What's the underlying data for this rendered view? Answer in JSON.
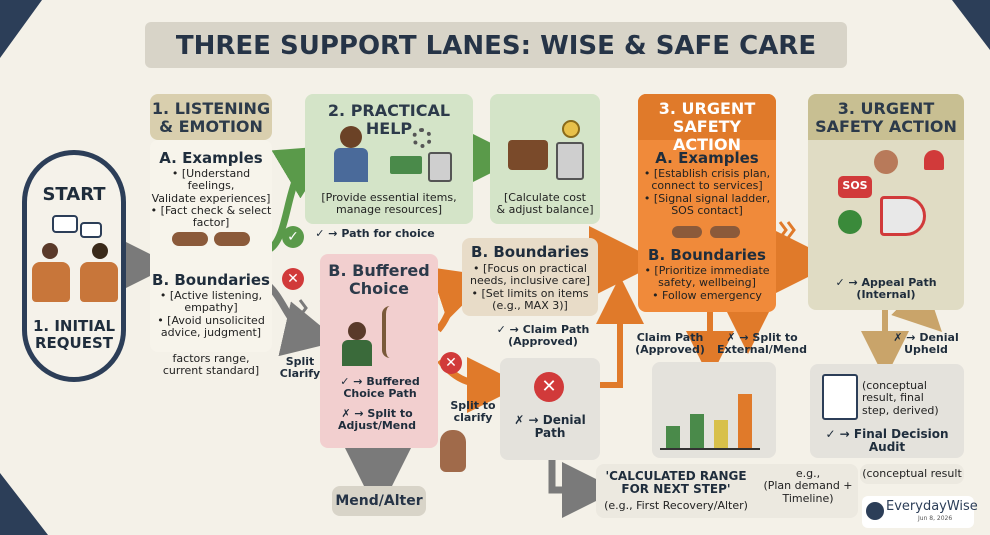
{
  "title": "THREE SUPPORT LANES: WISE & SAFE CARE",
  "start": {
    "top": "START",
    "bottom": "1. INITIAL\nREQUEST"
  },
  "listening": {
    "header": "1. LISTENING\n& EMOTION",
    "examples_title": "A. Examples",
    "examples_items": "• [Understand feelings,\nValidate experiences]\n• [Fact check & select\nfactor]",
    "boundaries_title": "B. Boundaries",
    "boundaries_items": "• [Active listening,\nempathy]\n• [Avoid unsolicited\nadvice, judgment]",
    "footer": "factors range,\ncurrent standard]"
  },
  "split_clarify": "Split\nClarify",
  "practical": {
    "header": "2. PRACTICAL HELP",
    "caption": "[Provide essential items,\nmanage resources]",
    "path_choice": "✓ → Path for choice"
  },
  "calc": {
    "caption": "[Calculate cost\n& adjust balance]"
  },
  "buffered": {
    "header": "B. Buffered\nChoice",
    "path": "✓ → Buffered\nChoice Path",
    "split": "✗ → Split to\nAdjust/Mend"
  },
  "mend": "Mend/Alter",
  "boundaries_mid": {
    "title": "B. Boundaries",
    "items": "• [Focus on practical\nneeds, inclusive care]\n• [Set limits on items\n(e.g., MAX 3)]",
    "claim": "✓ → Claim Path\n(Approved)"
  },
  "split_clarify2": "Split to\nclarify",
  "denial": "✗ → Denial\nPath",
  "calc_range": {
    "title": "'CALCULATED RANGE\nFOR NEXT STEP'",
    "sub": "(e.g., First Recovery/Alter)",
    "eg": "e.g.,\n(Plan demand +\nTimeline)",
    "conceptual": "(conceptual result"
  },
  "urgent1": {
    "header": "3. URGENT\nSAFETY ACTION",
    "examples_title": "A. Examples",
    "examples_items": "• [Establish crisis plan,\nconnect to services]\n• [Signal signal ladder,\nSOS contact]",
    "boundaries_title": "B. Boundaries",
    "boundaries_items": "• [Prioritize immediate\nsafety, wellbeing]\n• Follow emergency",
    "claim": "Claim Path\n(Approved)",
    "split": "✗ → Split to\nExternal/Mend"
  },
  "urgent2": {
    "header": "3. URGENT\nSAFETY ACTION",
    "sos": "SOS",
    "appeal": "✓ → Appeal Path\n(Internal)",
    "denial": "✗ → Denial\nUpheld",
    "result": "(conceptual\nresult, final\nstep, derived)",
    "audit": "✓ → Final Decision\nAudit"
  },
  "brand": {
    "name": "EverydayWise",
    "date": "Jun 8, 2026"
  },
  "colors": {
    "navy": "#2c3e58",
    "green": "#5a9a4a",
    "orange": "#e07a2a",
    "red": "#d13a3a",
    "gray": "#7a7a7a"
  }
}
